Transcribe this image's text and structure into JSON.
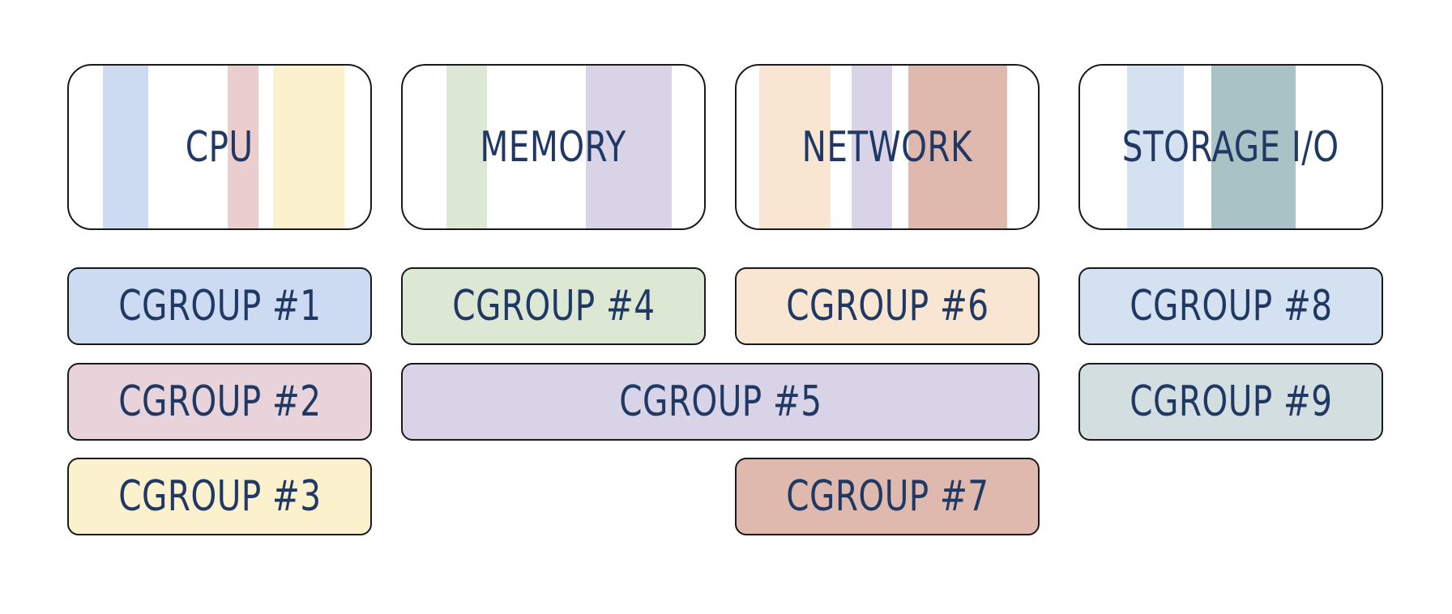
{
  "resources": {
    "cpu": {
      "label": "CPU",
      "stripe_colors": [
        "#ccdaf2",
        "#eccdcd",
        "#fcf1cd"
      ]
    },
    "memory": {
      "label": "MEMORY",
      "stripe_colors": [
        "#dce8d4",
        "#d8d3e6"
      ]
    },
    "network": {
      "label": "NETWORK",
      "stripe_colors": [
        "#f8e5d2",
        "#d8d3e6",
        "#dfb9ae"
      ]
    },
    "storage": {
      "label": "STORAGE I/O",
      "stripe_colors": [
        "#d4e1f0",
        "#a8c2c6"
      ]
    }
  },
  "cgroups": [
    {
      "label": "CGROUP #1",
      "color": "#ccdaf2"
    },
    {
      "label": "CGROUP #2",
      "color": "#e9d3da"
    },
    {
      "label": "CGROUP #3",
      "color": "#fcf1cd"
    },
    {
      "label": "CGROUP #4",
      "color": "#dce8d4"
    },
    {
      "label": "CGROUP #5",
      "color": "#d8d3e6"
    },
    {
      "label": "CGROUP #6",
      "color": "#f8e5d2"
    },
    {
      "label": "CGROUP #7",
      "color": "#dfb9ae"
    },
    {
      "label": "CGROUP #8",
      "color": "#d4e1f0"
    },
    {
      "label": "CGROUP #9",
      "color": "#d3dee1"
    }
  ],
  "colors": {
    "text": "#1f3864",
    "border": "#1a1a1a"
  }
}
